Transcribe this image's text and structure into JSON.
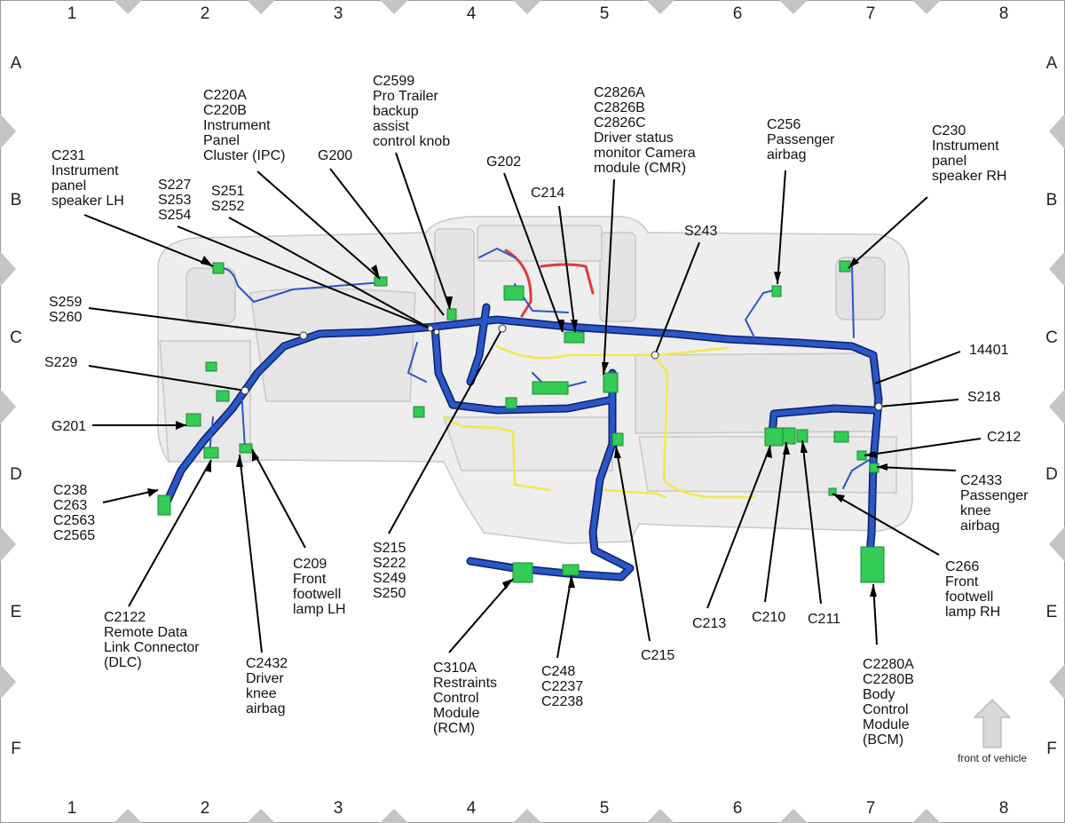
{
  "grid": {
    "columns": [
      "1",
      "2",
      "3",
      "4",
      "5",
      "6",
      "7",
      "8"
    ],
    "rows": [
      "A",
      "B",
      "C",
      "D",
      "E",
      "F"
    ]
  },
  "colors": {
    "harness_main": "#2a56c6",
    "harness_outline": "#0a1f6b",
    "harness_yellow": "#f4e84a",
    "harness_red": "#e03a3a",
    "connector": "#33cc55",
    "panel_fill": "#eeeeee",
    "panel_stroke": "#c8c8c8",
    "border_diamond": "#c4c4c4"
  },
  "callouts": [
    {
      "id": "c231",
      "lines": [
        "C231",
        "Instrument",
        "panel",
        "speaker LH"
      ]
    },
    {
      "id": "s227",
      "lines": [
        "S227",
        "S253",
        "S254"
      ]
    },
    {
      "id": "c220",
      "lines": [
        "C220A",
        "C220B",
        "Instrument",
        "Panel",
        "Cluster (IPC)"
      ]
    },
    {
      "id": "s251",
      "lines": [
        "S251",
        "S252"
      ]
    },
    {
      "id": "g200",
      "lines": [
        "G200"
      ]
    },
    {
      "id": "c2599",
      "lines": [
        "C2599",
        "Pro Trailer",
        "backup",
        "assist",
        "control knob"
      ]
    },
    {
      "id": "g202",
      "lines": [
        "G202"
      ]
    },
    {
      "id": "c214",
      "lines": [
        "C214"
      ]
    },
    {
      "id": "c2826",
      "lines": [
        "C2826A",
        "C2826B",
        "C2826C",
        "Driver status",
        "monitor Camera",
        "module (CMR)"
      ]
    },
    {
      "id": "c256",
      "lines": [
        "C256",
        "Passenger",
        "airbag"
      ]
    },
    {
      "id": "c230",
      "lines": [
        "C230",
        "Instrument",
        "panel",
        "speaker RH"
      ]
    },
    {
      "id": "s243",
      "lines": [
        "S243"
      ]
    },
    {
      "id": "s259",
      "lines": [
        "S259",
        "S260"
      ]
    },
    {
      "id": "s229",
      "lines": [
        "S229"
      ]
    },
    {
      "id": "g201",
      "lines": [
        "G201"
      ]
    },
    {
      "id": "c238",
      "lines": [
        "C238",
        "C263",
        "C2563",
        "C2565"
      ]
    },
    {
      "id": "c2122",
      "lines": [
        "C2122",
        "Remote Data",
        "Link Connector",
        "(DLC)"
      ]
    },
    {
      "id": "c2432",
      "lines": [
        "C2432",
        "Driver",
        "knee",
        "airbag"
      ]
    },
    {
      "id": "c209",
      "lines": [
        "C209",
        "Front",
        "footwell",
        "lamp LH"
      ]
    },
    {
      "id": "s215",
      "lines": [
        "S215",
        "S222",
        "S249",
        "S250"
      ]
    },
    {
      "id": "c310a",
      "lines": [
        "C310A",
        "Restraints",
        "Control",
        "Module",
        "(RCM)"
      ]
    },
    {
      "id": "c248",
      "lines": [
        "C248",
        "C2237",
        "C2238"
      ]
    },
    {
      "id": "c215",
      "lines": [
        "C215"
      ]
    },
    {
      "id": "c213",
      "lines": [
        "C213"
      ]
    },
    {
      "id": "c210",
      "lines": [
        "C210"
      ]
    },
    {
      "id": "c211",
      "lines": [
        "C211"
      ]
    },
    {
      "id": "c2280",
      "lines": [
        "C2280A",
        "C2280B",
        "Body",
        "Control",
        "Module",
        "(BCM)"
      ]
    },
    {
      "id": "c266",
      "lines": [
        "C266",
        "Front",
        "footwell",
        "lamp RH"
      ]
    },
    {
      "id": "c2433",
      "lines": [
        "C2433",
        "Passenger",
        "knee",
        "airbag"
      ]
    },
    {
      "id": "c212",
      "lines": [
        "C212"
      ]
    },
    {
      "id": "s218",
      "lines": [
        "S218"
      ]
    },
    {
      "id": "n14401",
      "lines": [
        "14401"
      ]
    }
  ],
  "orientation_label": "front of vehicle"
}
